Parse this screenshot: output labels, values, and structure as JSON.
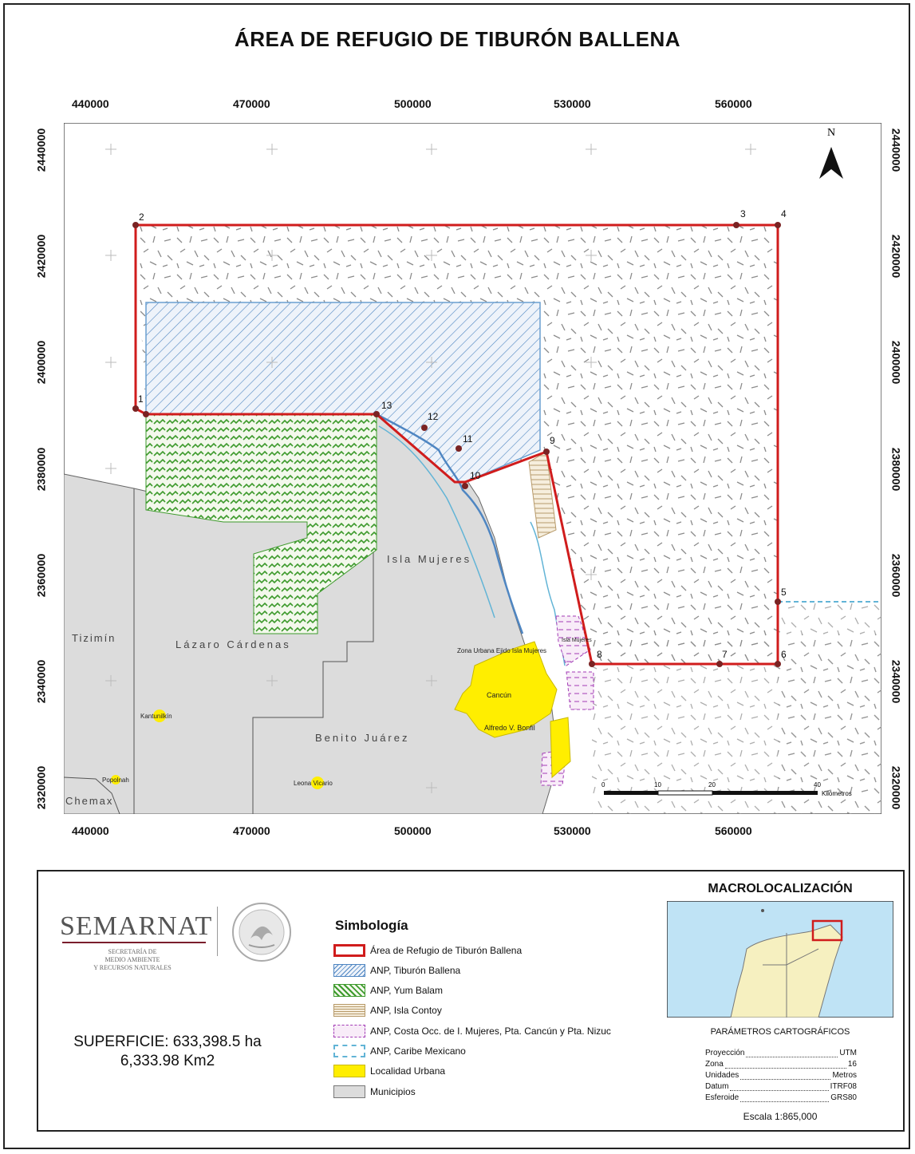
{
  "title": "ÁREA DE REFUGIO DE TIBURÓN BALLENA",
  "x_ticks": [
    "440000",
    "470000",
    "500000",
    "530000",
    "560000"
  ],
  "y_ticks": [
    "2440000",
    "2420000",
    "2400000",
    "2380000",
    "2360000",
    "2340000",
    "2320000"
  ],
  "north_label": "N",
  "vertex_labels": [
    "1",
    "2",
    "3",
    "4",
    "5",
    "6",
    "7",
    "8",
    "9",
    "10",
    "11",
    "12",
    "13"
  ],
  "place_labels": {
    "isla_mujeres": "Isla Mujeres",
    "tizimin": "Tizimín",
    "lazaro_cardenas": "Lázaro Cárdenas",
    "benito_juarez": "Benito Juárez",
    "chemax": "Chemax",
    "cancun": "Cancún",
    "alfredo_bonfil": "Alfredo V. Bonfil",
    "zona_urbana": "Zona Urbana Ejido Isla Mujeres",
    "isla_mujeres_small": "Isla Mujeres",
    "kantunilkin": "Kantunilkín",
    "popolnah": "Popolnah",
    "leona_vicario": "Leona Vicario"
  },
  "scale_bar": {
    "labels": [
      "0",
      "10",
      "20",
      "40"
    ],
    "unit": "Kilómetros"
  },
  "logo": {
    "name": "SEMARNAT",
    "sub": [
      "SECRETARÍA DE",
      "MEDIO AMBIENTE",
      "Y RECURSOS NATURALES"
    ]
  },
  "superficie": {
    "line1": "SUPERFICIE: 633,398.5 ha",
    "line2": "6,333.98 Km2"
  },
  "legend": {
    "title": "Simbología",
    "items": [
      {
        "label": "Área de Refugio de Tiburón Ballena",
        "color": "#d01c1c"
      },
      {
        "label": "ANP, Tiburón Ballena",
        "color": "#6a9fd0"
      },
      {
        "label": "ANP, Yum Balam",
        "color": "#3d9a2c"
      },
      {
        "label": "ANP, Isla Contoy",
        "color": "#c8b08a"
      },
      {
        "label": "ANP, Costa Occ. de I. Mujeres, Pta. Cancún y Pta. Nizuc",
        "color": "#a23ab5"
      },
      {
        "label": "ANP, Caribe Mexicano",
        "color": "#62b4d6"
      },
      {
        "label": "Localidad Urbana",
        "color": "#ffee00"
      },
      {
        "label": "Municipios",
        "color": "#dcdcdc"
      }
    ]
  },
  "macro": {
    "title": "MACROLOCALIZACIÓN",
    "water_color": "#bfe3f5",
    "land_color": "#f6f0c0"
  },
  "params": {
    "title": "PARÁMETROS CARTOGRÁFICOS",
    "rows": [
      {
        "k": "Proyección",
        "v": "UTM"
      },
      {
        "k": "Zona",
        "v": "16"
      },
      {
        "k": "Unidades",
        "v": "Metros"
      },
      {
        "k": "Datum",
        "v": "ITRF08"
      },
      {
        "k": "Esferoide",
        "v": "GRS80"
      }
    ]
  },
  "escala": "Escala 1:865,000"
}
